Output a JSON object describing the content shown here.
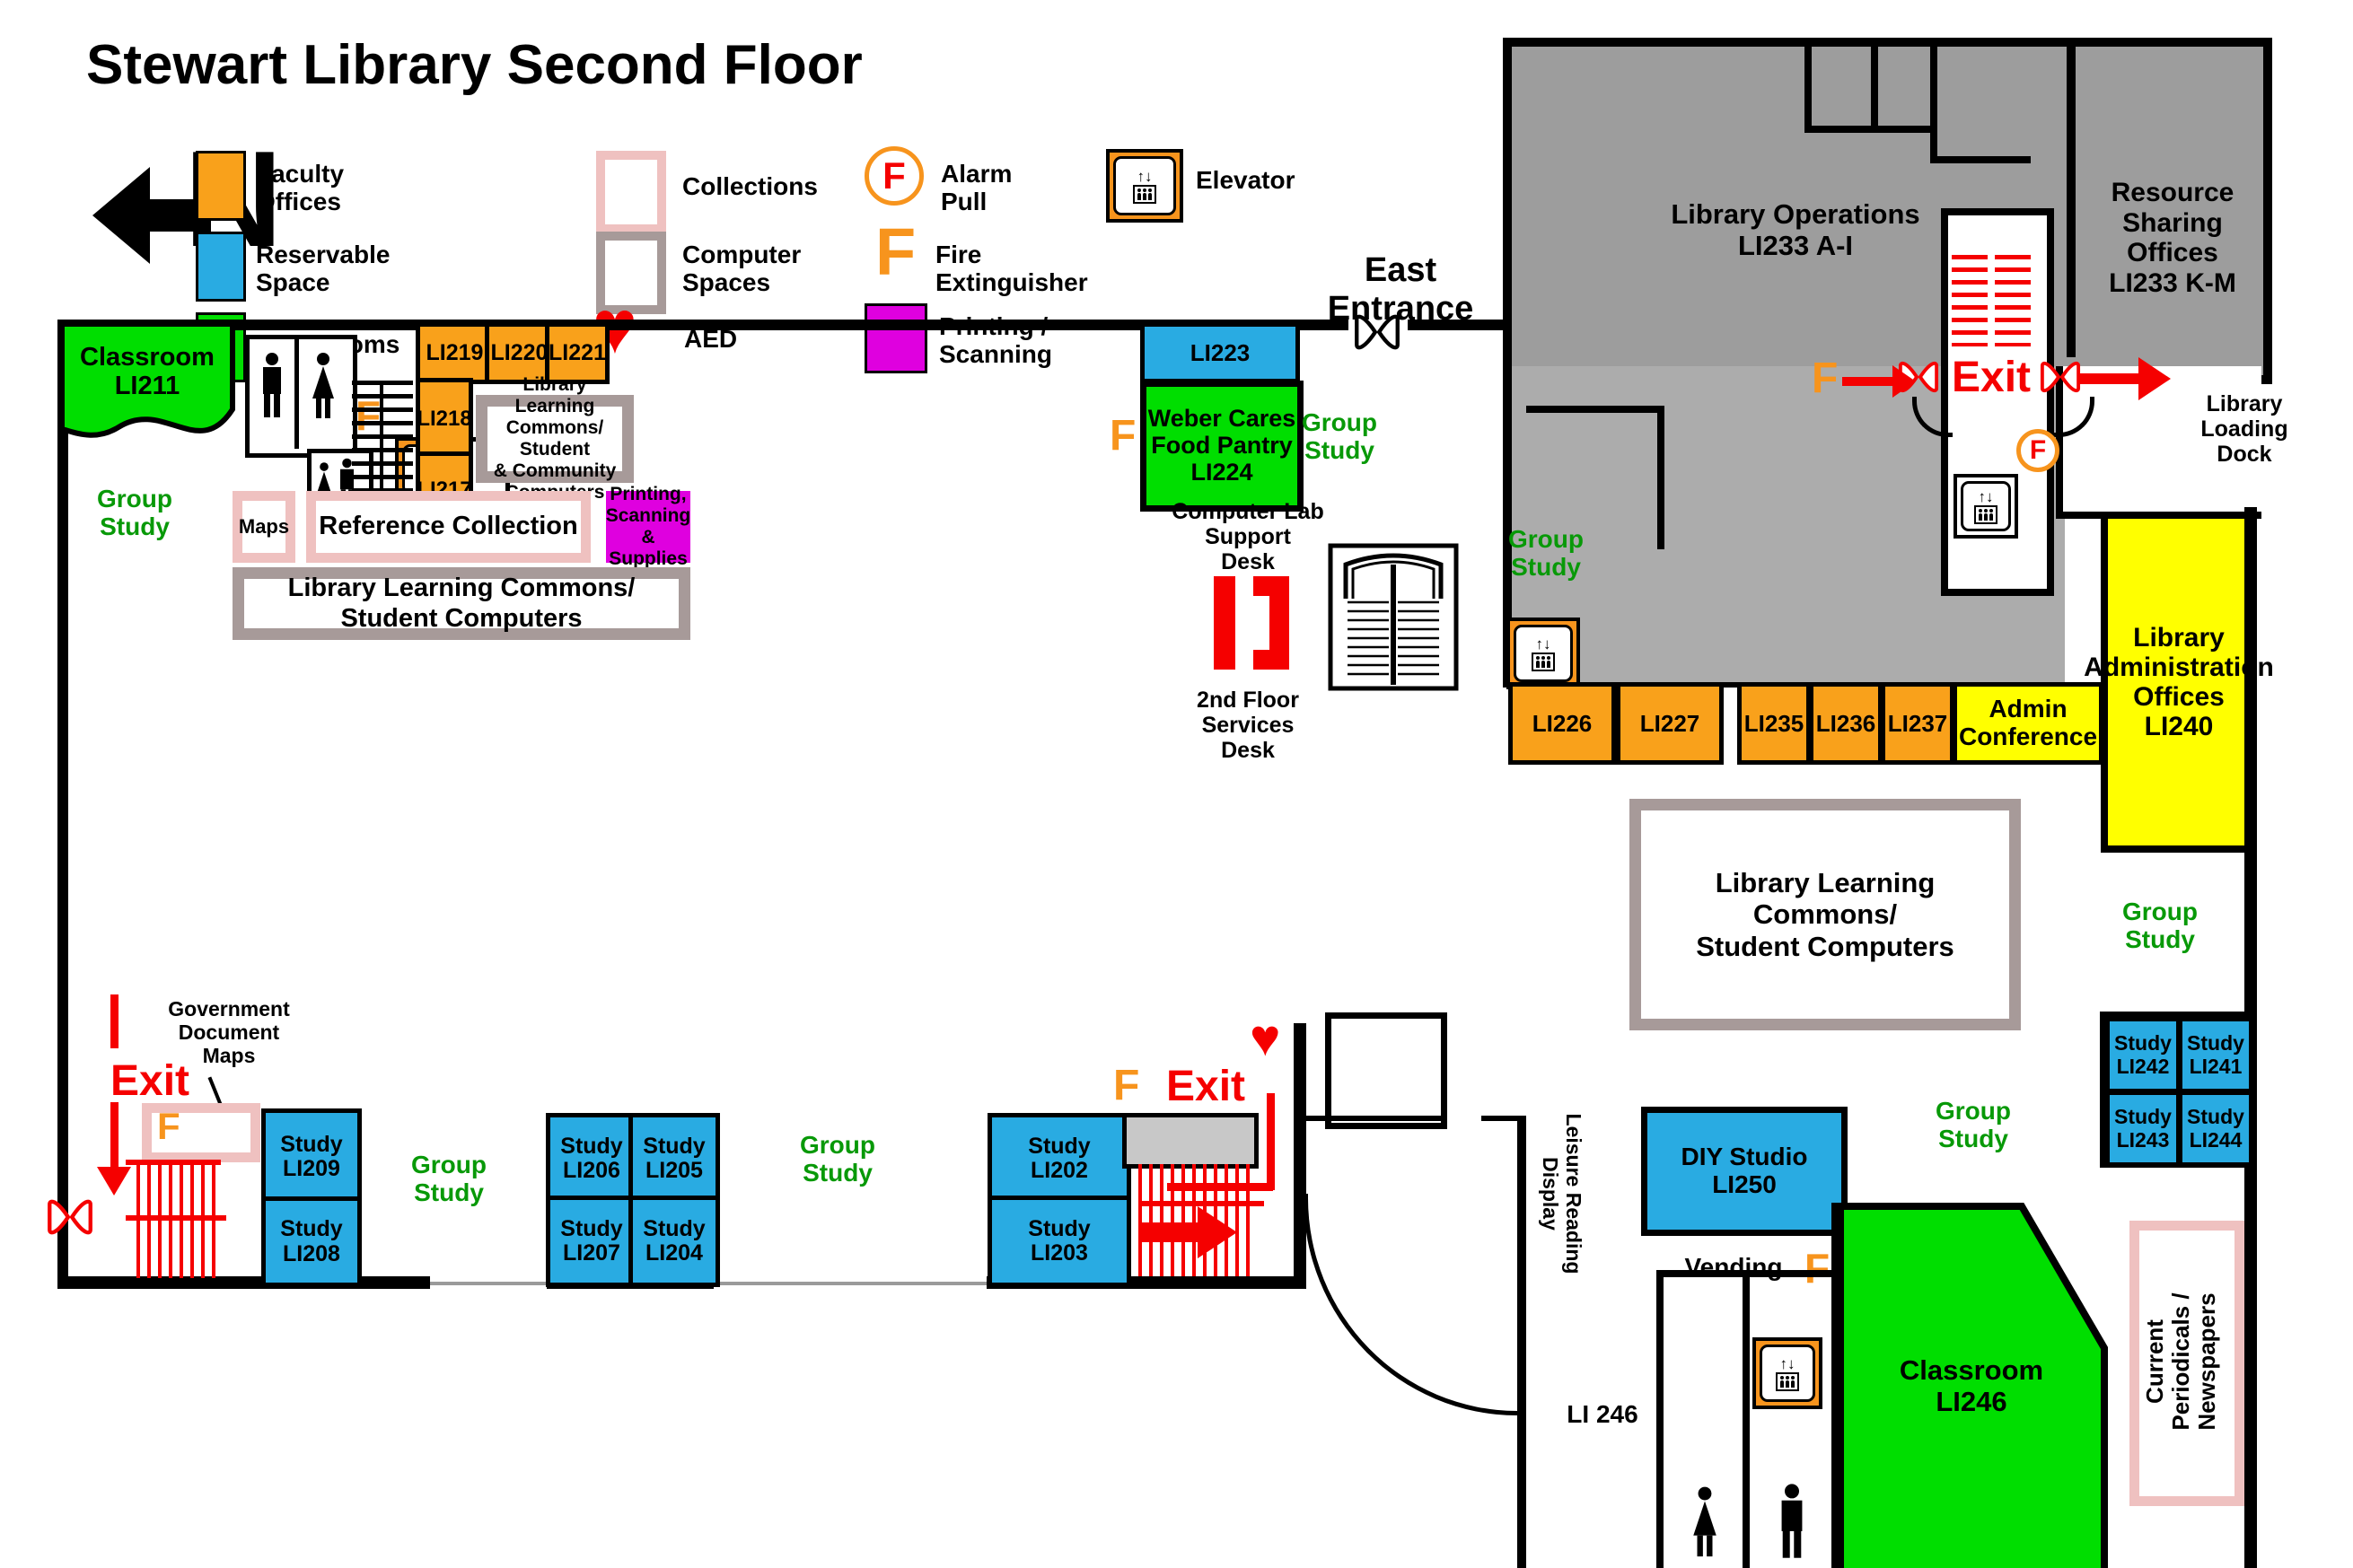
{
  "title": "Stewart Library Second Floor",
  "icons": {
    "updown": "↑↓",
    "heart": "♥",
    "north": "N"
  },
  "legend": {
    "f": "F",
    "faculty": {
      "l1": "Faculty",
      "l2": "Offices"
    },
    "reservable": {
      "l1": "Reservable",
      "l2": "Space"
    },
    "classrooms": "Classrooms",
    "collections": "Collections",
    "computer": {
      "l1": "Computer",
      "l2": "Spaces"
    },
    "aed": "AED",
    "alarm": {
      "l1": "Alarm",
      "l2": "Pull"
    },
    "fire": {
      "l1": "Fire",
      "l2": "Extinguisher"
    },
    "printing": {
      "l1": "Printing /",
      "l2": "Scanning"
    },
    "elevator": "Elevator"
  },
  "entrance": {
    "l1": "East",
    "l2": "Entrance"
  },
  "exit": "Exit",
  "rooms": {
    "ops": {
      "l1": "Library Operations",
      "l2": "LI233 A-I"
    },
    "resource": {
      "l1": "Resource",
      "l2": "Sharing",
      "l3": "Offices",
      "l4": "LI233 K-M"
    },
    "li211": {
      "l1": "Classroom",
      "l2": "LI211"
    },
    "li217": "LI217",
    "li218": "LI218",
    "li219": "LI219",
    "li220": "LI220",
    "li221": "LI221",
    "li223": "LI223",
    "li224": {
      "l1": "Weber Cares",
      "l2": "Food Pantry",
      "l3": "LI224"
    },
    "li226": "LI226",
    "li227": "LI227",
    "li235": "LI235",
    "li236": "LI236",
    "li237": "LI237",
    "admin": {
      "l1": "Admin",
      "l2": "Conference"
    },
    "li240": {
      "l1": "Library",
      "l2": "Administration",
      "l3": "Offices",
      "l4": "LI240"
    },
    "study": "Study",
    "li202": "LI202",
    "li203": "LI203",
    "li204": "LI204",
    "li205": "LI205",
    "li206": "LI206",
    "li207": "LI207",
    "li208": "LI208",
    "li209": "LI209",
    "li241": "LI241",
    "li242": "LI242",
    "li243": "LI243",
    "li244": "LI244",
    "diy": {
      "l1": "DIY Studio",
      "l2": "LI250"
    },
    "li246c": {
      "l1": "Classroom",
      "l2": "LI246"
    },
    "li246": "LI 246"
  },
  "areas": {
    "commons_community": {
      "l1": "Library Learning",
      "l2": "Commons/ Student",
      "l3": "& Community",
      "l4": "Computers"
    },
    "commons_student": {
      "l1": "Library Learning Commons/",
      "l2": "Student Computers"
    },
    "reference": "Reference Collection",
    "maps": "Maps",
    "printing_area": {
      "l1": "Printing,",
      "l2": "Scanning &",
      "l3": "Supplies"
    },
    "group_study": {
      "l1": "Group",
      "l2": "Study"
    },
    "computer_lab": {
      "l1": "Computer Lab",
      "l2": "Support",
      "l3": "Desk"
    },
    "services": {
      "l1": "2nd Floor",
      "l2": "Services",
      "l3": "Desk"
    },
    "gov": {
      "l1": "Government",
      "l2": "Document",
      "l3": "Maps"
    },
    "loading": {
      "l1": "Library",
      "l2": "Loading",
      "l3": "Dock"
    },
    "leisure": {
      "l1": "Leisure Reading",
      "l2": "Display"
    },
    "periodicals": {
      "l1": "Current",
      "l2": "Periodicals /",
      "l3": "Newspapers"
    },
    "vending": "Vending"
  },
  "colors": {
    "faculty_orange": "#F9A11B",
    "reservable_blue": "#29ABE2",
    "classroom_green": "#00DE00",
    "admin_yellow": "#FFFF00",
    "printing_magenta": "#DF00DF",
    "collections_pink": "#EFC1C0",
    "computer_taupe": "#A79A99",
    "building_gray": "#9D9D9D",
    "exit_red": "#F50000",
    "safety_orange": "#F7941D",
    "group_study_green": "#089908"
  }
}
